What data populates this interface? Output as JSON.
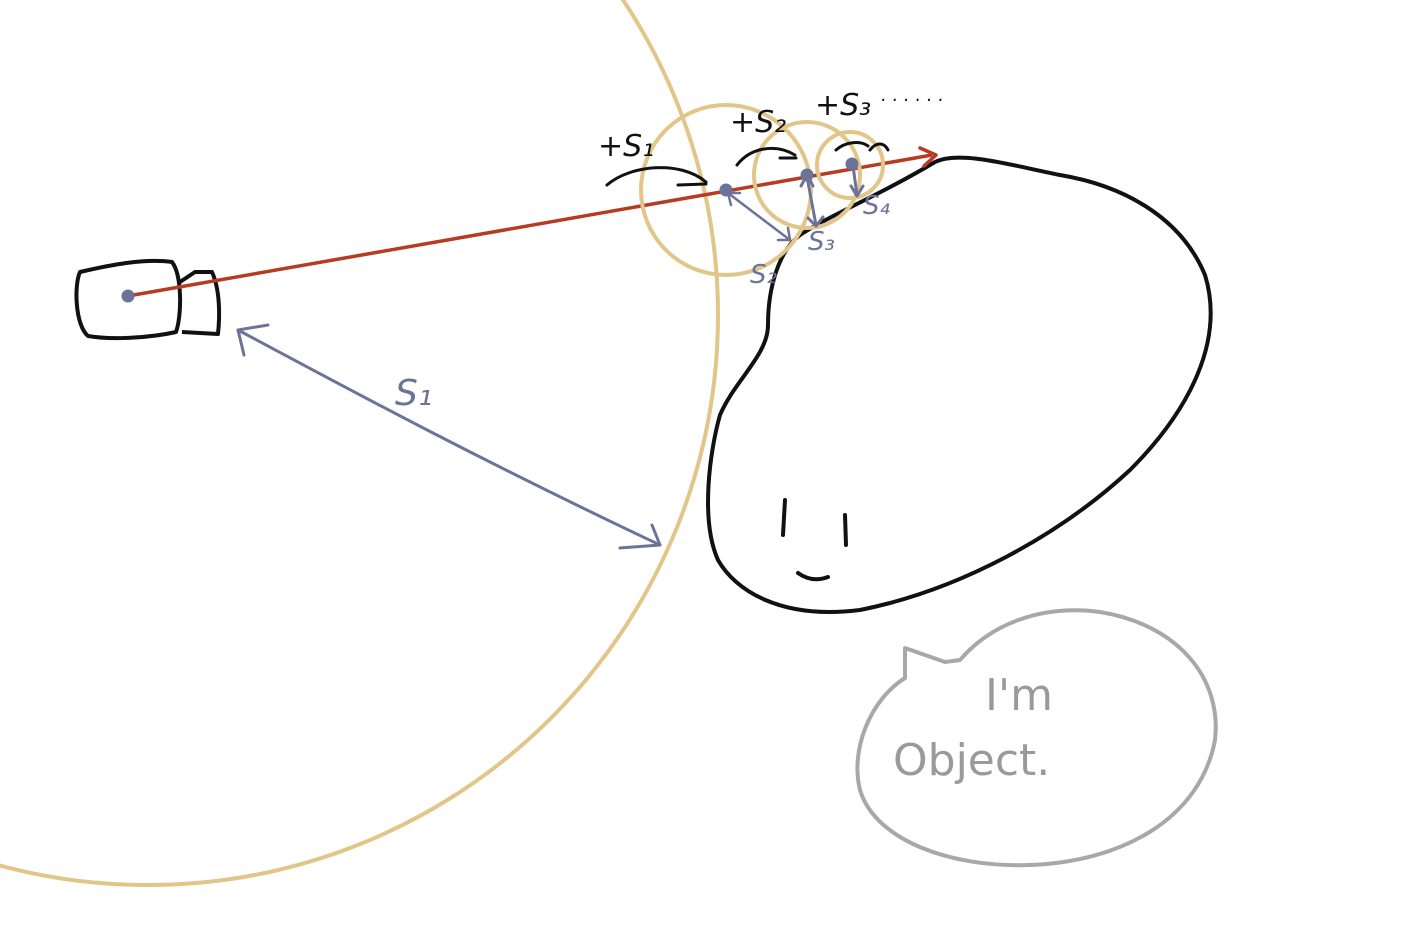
{
  "labels": {
    "step1_plus": "+S₁",
    "step2_plus": "+S₂",
    "step3_plus": "+S₃",
    "ellipsis": "· · · · · ·",
    "s1_big": "S₁",
    "s2": "S₂",
    "s3": "S₃",
    "s4": "S₄"
  },
  "bubble": {
    "line1": "I'm",
    "line2": "Object."
  },
  "colors": {
    "ray": "#b83a22",
    "sphere": "#e2c689",
    "distance": "#6c7399",
    "outline": "#111111",
    "bubble": "#a8a8a8"
  }
}
